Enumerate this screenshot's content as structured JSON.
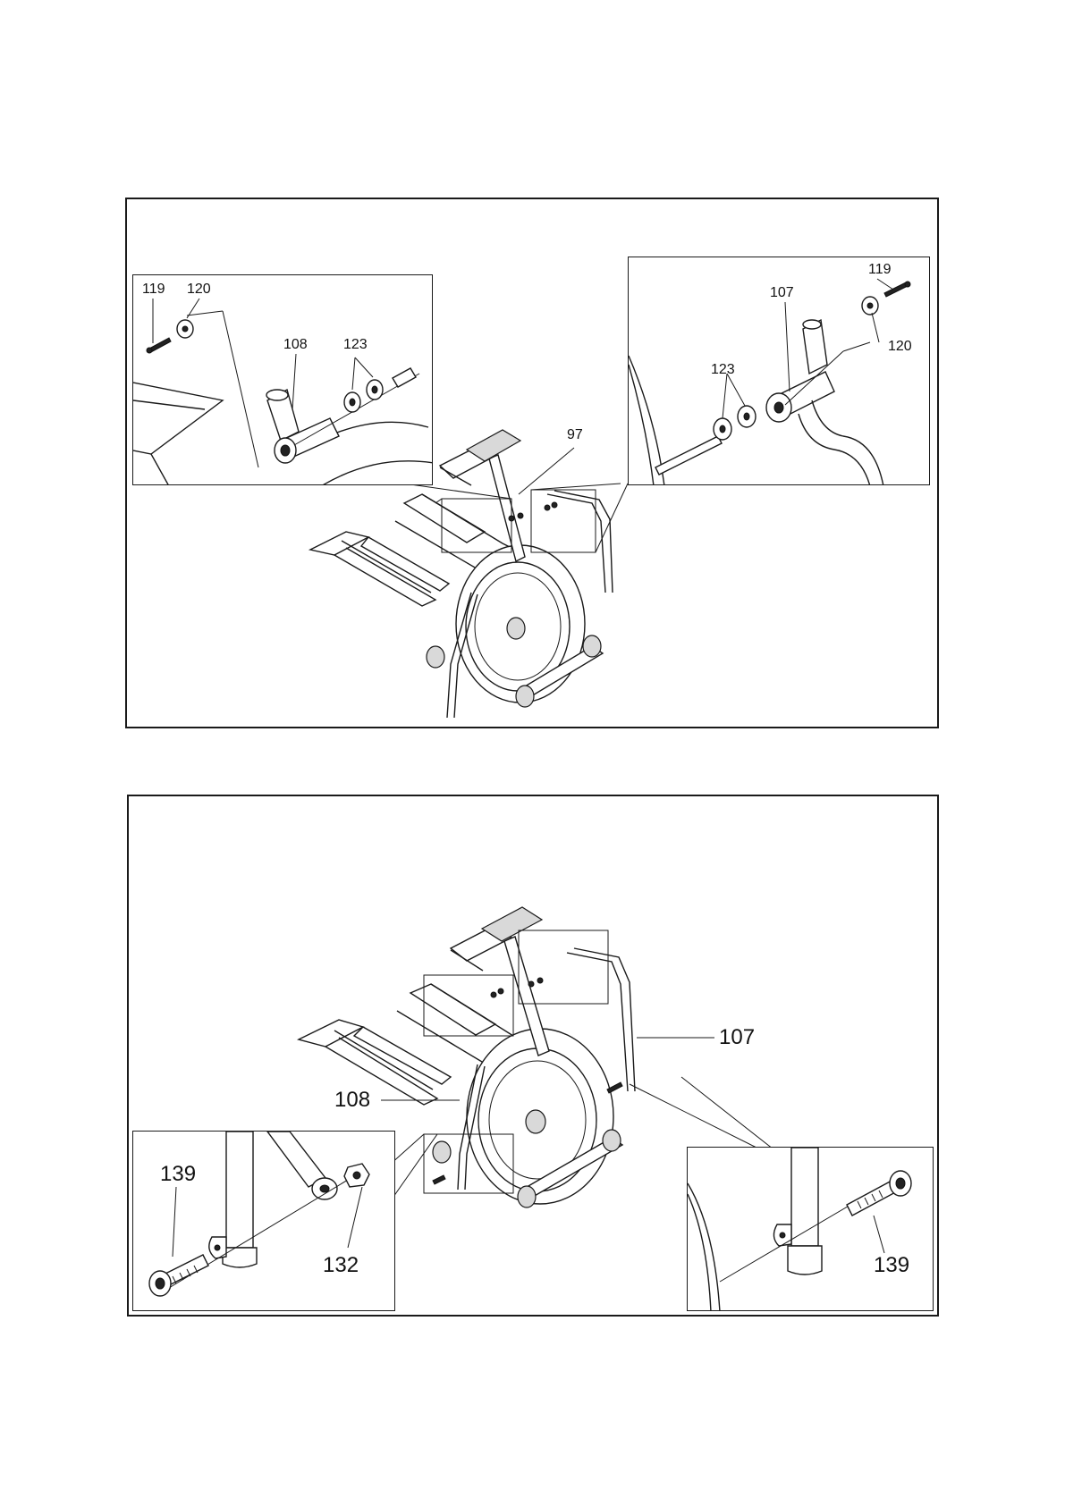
{
  "figure_top": {
    "left_detail": {
      "labels": {
        "bolt": "119",
        "washer": "120",
        "handlebar": "108",
        "spacers": "123"
      }
    },
    "right_detail": {
      "labels": {
        "bolt": "119",
        "washer": "120",
        "handlebar": "107",
        "spacers": "123"
      }
    },
    "machine": {
      "labels": {
        "upright": "97"
      }
    }
  },
  "figure_bottom": {
    "machine": {
      "labels": {
        "right_handlebar": "107",
        "left_handlebar": "108"
      }
    },
    "left_detail": {
      "labels": {
        "bolt": "139",
        "nut": "132"
      }
    },
    "right_detail": {
      "labels": {
        "bolt": "139"
      }
    }
  }
}
